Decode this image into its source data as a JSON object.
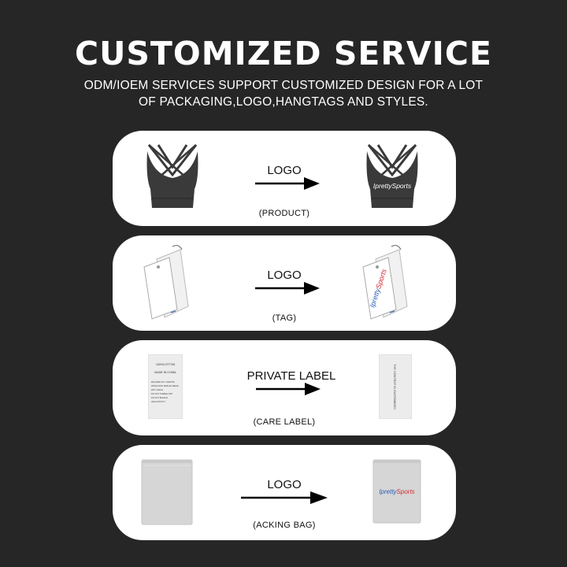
{
  "header": {
    "title": "CUSTOMIZED SERVICE",
    "subtitle_line1": "ODM/IOEM SERVICES SUPPORT CUSTOMIZED DESIGN FOR A LOT",
    "subtitle_line2": "OF PACKAGING,LOGO,HANGTAGS AND STYLES."
  },
  "colors": {
    "background": "#262626",
    "card": "#ffffff",
    "garment": "#3a3a3a",
    "logo_blue": "#2a5bb8",
    "logo_red": "#d8282f"
  },
  "rows": [
    {
      "action": "LOGO",
      "caption": "(PRODUCT)",
      "before_icon": "sports-bra-plain-icon",
      "after_icon": "sports-bra-logo-icon"
    },
    {
      "action": "LOGO",
      "caption": "(TAG)",
      "before_icon": "hangtag-plain-icon",
      "after_icon": "hangtag-logo-icon"
    },
    {
      "action": "PRIVATE LABEL",
      "caption": "(CARE LABEL)",
      "before_icon": "care-label-plain-icon",
      "after_icon": "care-label-custom-icon"
    },
    {
      "action": "LOGO",
      "caption": "(ACKING BAG)",
      "before_icon": "packing-bag-plain-icon",
      "after_icon": "packing-bag-logo-icon"
    }
  ],
  "brand_logo_text": "IprettySports",
  "brand_logo_parts": [
    "Ipretty",
    "Sports"
  ],
  "care_label": {
    "lines": [
      "100%COTTON",
      "MADE IN CHINA",
      "MACHINE WT LOW/WTE",
      "WASH WITH SIMILAR WEAR",
      "DRY CLEAN",
      "DO NOT TUMBLE DRY",
      "DO NOT BLEACH",
      "HIGH TATIVITY"
    ],
    "custom_text": "THE CONTENT IS CUSTOMIZED"
  }
}
